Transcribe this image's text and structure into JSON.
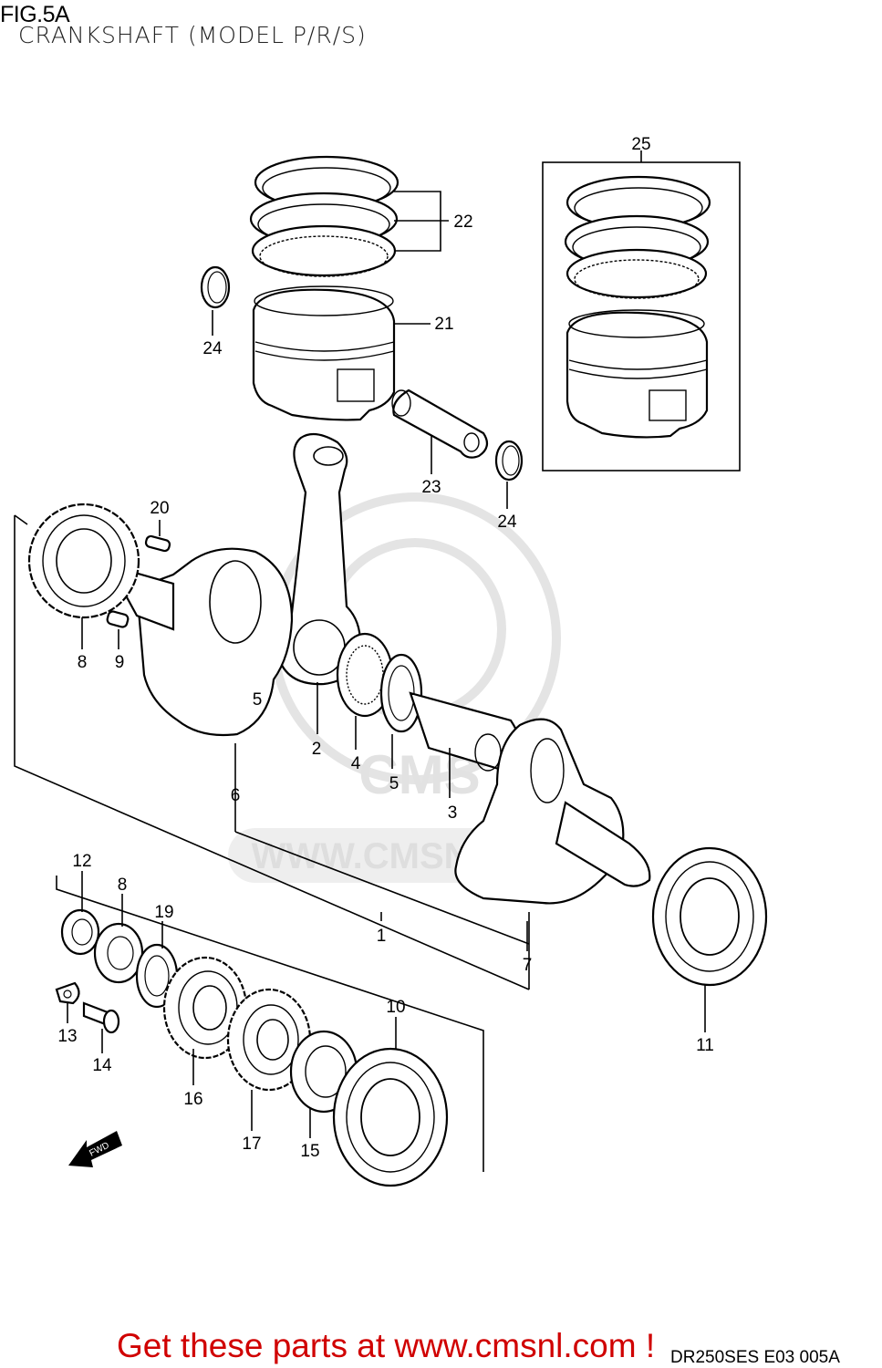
{
  "figure": {
    "number": "FIG.5A",
    "title": "CRANKSHAFT (MODEL P/R/S)",
    "diagram_code": "DR250SES E03  005A"
  },
  "watermark": {
    "text": "WWW.CMSNL.COM",
    "label": "CMS"
  },
  "banner": {
    "text": "Get these parts at www.cmsnl.com !",
    "color": "#d00000"
  },
  "fwd_label": "FWD",
  "callouts": {
    "c1": "1",
    "c2": "2",
    "c3": "3",
    "c4": "4",
    "c5a": "5",
    "c5b": "5",
    "c6": "6",
    "c7": "7",
    "c8a": "8",
    "c8b": "8",
    "c9": "9",
    "c10": "10",
    "c11": "11",
    "c12": "12",
    "c13": "13",
    "c14": "14",
    "c15": "15",
    "c16": "16",
    "c17": "17",
    "c19": "19",
    "c20": "20",
    "c21": "21",
    "c22": "22",
    "c23": "23",
    "c24a": "24",
    "c24b": "24",
    "c25": "25"
  }
}
